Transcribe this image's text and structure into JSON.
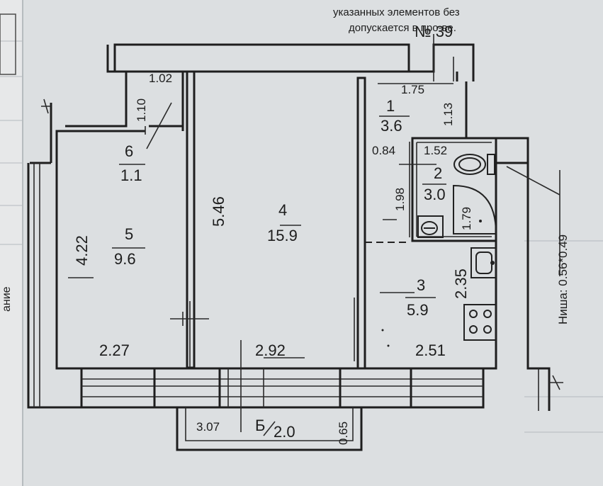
{
  "apartment_number": "№ 39",
  "rooms": [
    {
      "id": "1",
      "area": "3.6"
    },
    {
      "id": "2",
      "area": "3.0"
    },
    {
      "id": "3",
      "area": "5.9"
    },
    {
      "id": "4",
      "area": "15.9"
    },
    {
      "id": "5",
      "area": "9.6"
    },
    {
      "id": "6",
      "area": "1.1"
    }
  ],
  "balcony": {
    "label": "Б",
    "area": "2.0"
  },
  "dimensions": {
    "d_102": "1.02",
    "d_110": "1.10",
    "d_175": "1.75",
    "d_113": "1.13",
    "d_084": "0.84",
    "d_152": "1.52",
    "d_198": "1.98",
    "d_179": "1.79",
    "d_546": "5.46",
    "d_422": "4.22",
    "d_235": "2.35",
    "d_227": "2.27",
    "d_292": "2.92",
    "d_251": "2.51",
    "d_307": "3.07",
    "d_065": "0.65"
  },
  "niche_label": "Ниша: 0.56*0.49",
  "background_text": {
    "top_line1": "указанных элементов без",
    "top_line2": "допускается в про-ве.",
    "left_fragment": "ание"
  }
}
